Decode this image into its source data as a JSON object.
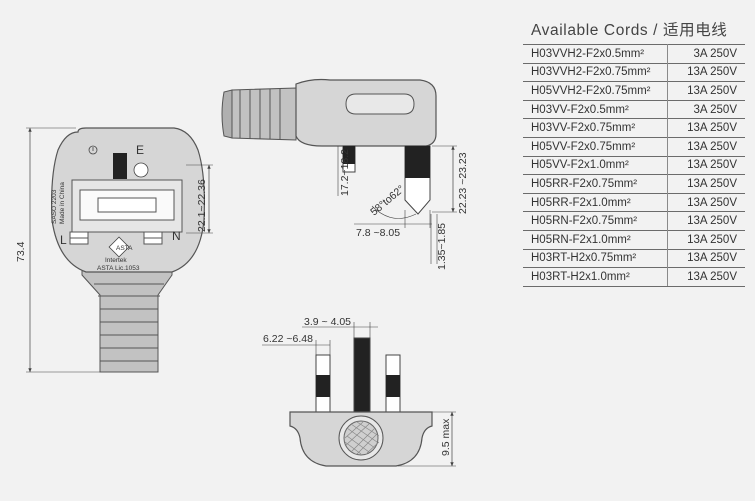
{
  "cords": {
    "title": "Available Cords / 适用电线",
    "rows": [
      {
        "model": "H03VVH2-F2x0.5mm²",
        "rating": "3A  250V"
      },
      {
        "model": "H03VVH2-F2x0.75mm²",
        "rating": "13A  250V"
      },
      {
        "model": "H05VVH2-F2x0.75mm²",
        "rating": "13A  250V"
      },
      {
        "model": "H03VV-F2x0.5mm²",
        "rating": "3A  250V"
      },
      {
        "model": "H03VV-F2x0.75mm²",
        "rating": "13A  250V"
      },
      {
        "model": "H05VV-F2x0.75mm²",
        "rating": "13A  250V"
      },
      {
        "model": "H05VV-F2x1.0mm²",
        "rating": "13A  250V"
      },
      {
        "model": "H05RR-F2x0.75mm²",
        "rating": "13A  250V"
      },
      {
        "model": "H05RR-F2x1.0mm²",
        "rating": "13A  250V"
      },
      {
        "model": "H05RN-F2x0.75mm²",
        "rating": "13A  250V"
      },
      {
        "model": "H05RN-F2x1.0mm²",
        "rating": "13A  250V"
      },
      {
        "model": "H03RT-H2x0.75mm²",
        "rating": "13A  250V"
      },
      {
        "model": "H03RT-H2x1.0mm²",
        "rating": "13A  250V"
      }
    ]
  },
  "front_view": {
    "overall_length": "73.4",
    "width_dim": "22.1~22.36",
    "pin_label_earth": "E",
    "pin_label_live": "L",
    "pin_label_neutral": "N",
    "marking_saso": "SASO 2203",
    "marking_made_in": "Made in China",
    "marking_intertek": "Intertek",
    "marking_asta": "ASTA  Lic.1053"
  },
  "side_view": {
    "pin_length": "17.2~18.2",
    "earth_pin_length": "22.23 ~23.23",
    "angle": "58°to62°",
    "pin_width": "7.8 ~8.05",
    "pin_thickness": "1.35~1.85"
  },
  "bottom_view": {
    "pin_width": "3.9 ~ 4.05",
    "pin_offset": "6.22 ~6.48",
    "depth_max": "9.5 max"
  }
}
